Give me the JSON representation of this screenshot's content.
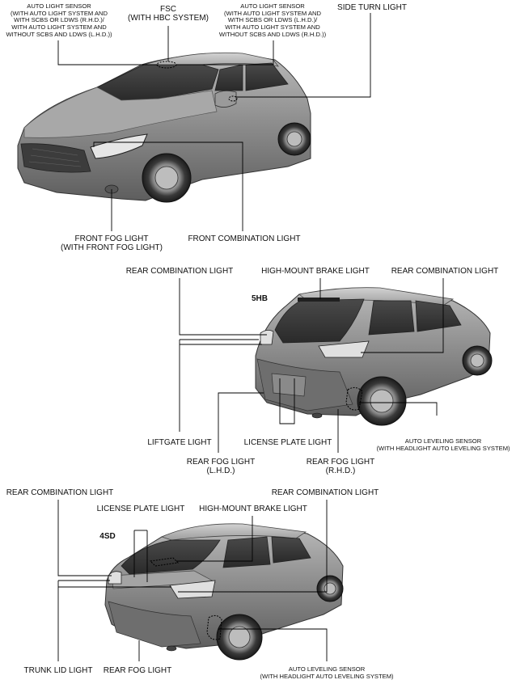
{
  "top": {
    "auto_light_lhd": [
      "AUTO LIGHT SENSOR",
      "(WITH AUTO LIGHT SYSTEM AND",
      "WITH SCBS OR LDWS (R.H.D.)/",
      "WITH AUTO LIGHT SYSTEM AND",
      "WITHOUT SCBS AND LDWS (L.H.D.))"
    ],
    "fsc": [
      "FSC",
      "(WITH HBC SYSTEM)"
    ],
    "auto_light_rhd": [
      "AUTO LIGHT SENSOR",
      "(WITH AUTO LIGHT SYSTEM AND",
      "WITH SCBS OR LDWS (L.H.D.)/",
      "WITH AUTO LIGHT SYSTEM AND",
      "WITHOUT SCBS AND LDWS (R.H.D.))"
    ],
    "side_turn": "SIDE TURN LIGHT",
    "front_fog": [
      "FRONT FOG LIGHT",
      "(WITH FRONT FOG LIGHT)"
    ],
    "front_combination": "FRONT COMBINATION LIGHT"
  },
  "hb": {
    "badge": "5HB",
    "rear_combination_left": "REAR COMBINATION LIGHT",
    "high_mount": "HIGH-MOUNT BRAKE LIGHT",
    "rear_combination_right": "REAR COMBINATION LIGHT",
    "auto_leveling": [
      "AUTO LEVELING SENSOR",
      "(WITH HEADLIGHT AUTO LEVELING SYSTEM)"
    ],
    "liftgate": "LIFTGATE LIGHT",
    "license_plate": "LICENSE PLATE LIGHT",
    "rear_fog_lhd": [
      "REAR FOG LIGHT",
      "(L.H.D.)"
    ],
    "rear_fog_rhd": [
      "REAR FOG LIGHT",
      "(R.H.D.)"
    ]
  },
  "sd": {
    "badge": "4SD",
    "rear_combination_left": "REAR COMBINATION LIGHT",
    "rear_combination_right": "REAR COMBINATION LIGHT",
    "license_plate": "LICENSE PLATE LIGHT",
    "high_mount": "HIGH-MOUNT BRAKE LIGHT",
    "trunk_lid": "TRUNK LID LIGHT",
    "rear_fog": "REAR FOG LIGHT",
    "auto_leveling": [
      "AUTO LEVELING SENSOR",
      "(WITH HEADLIGHT AUTO LEVELING SYSTEM)"
    ]
  }
}
